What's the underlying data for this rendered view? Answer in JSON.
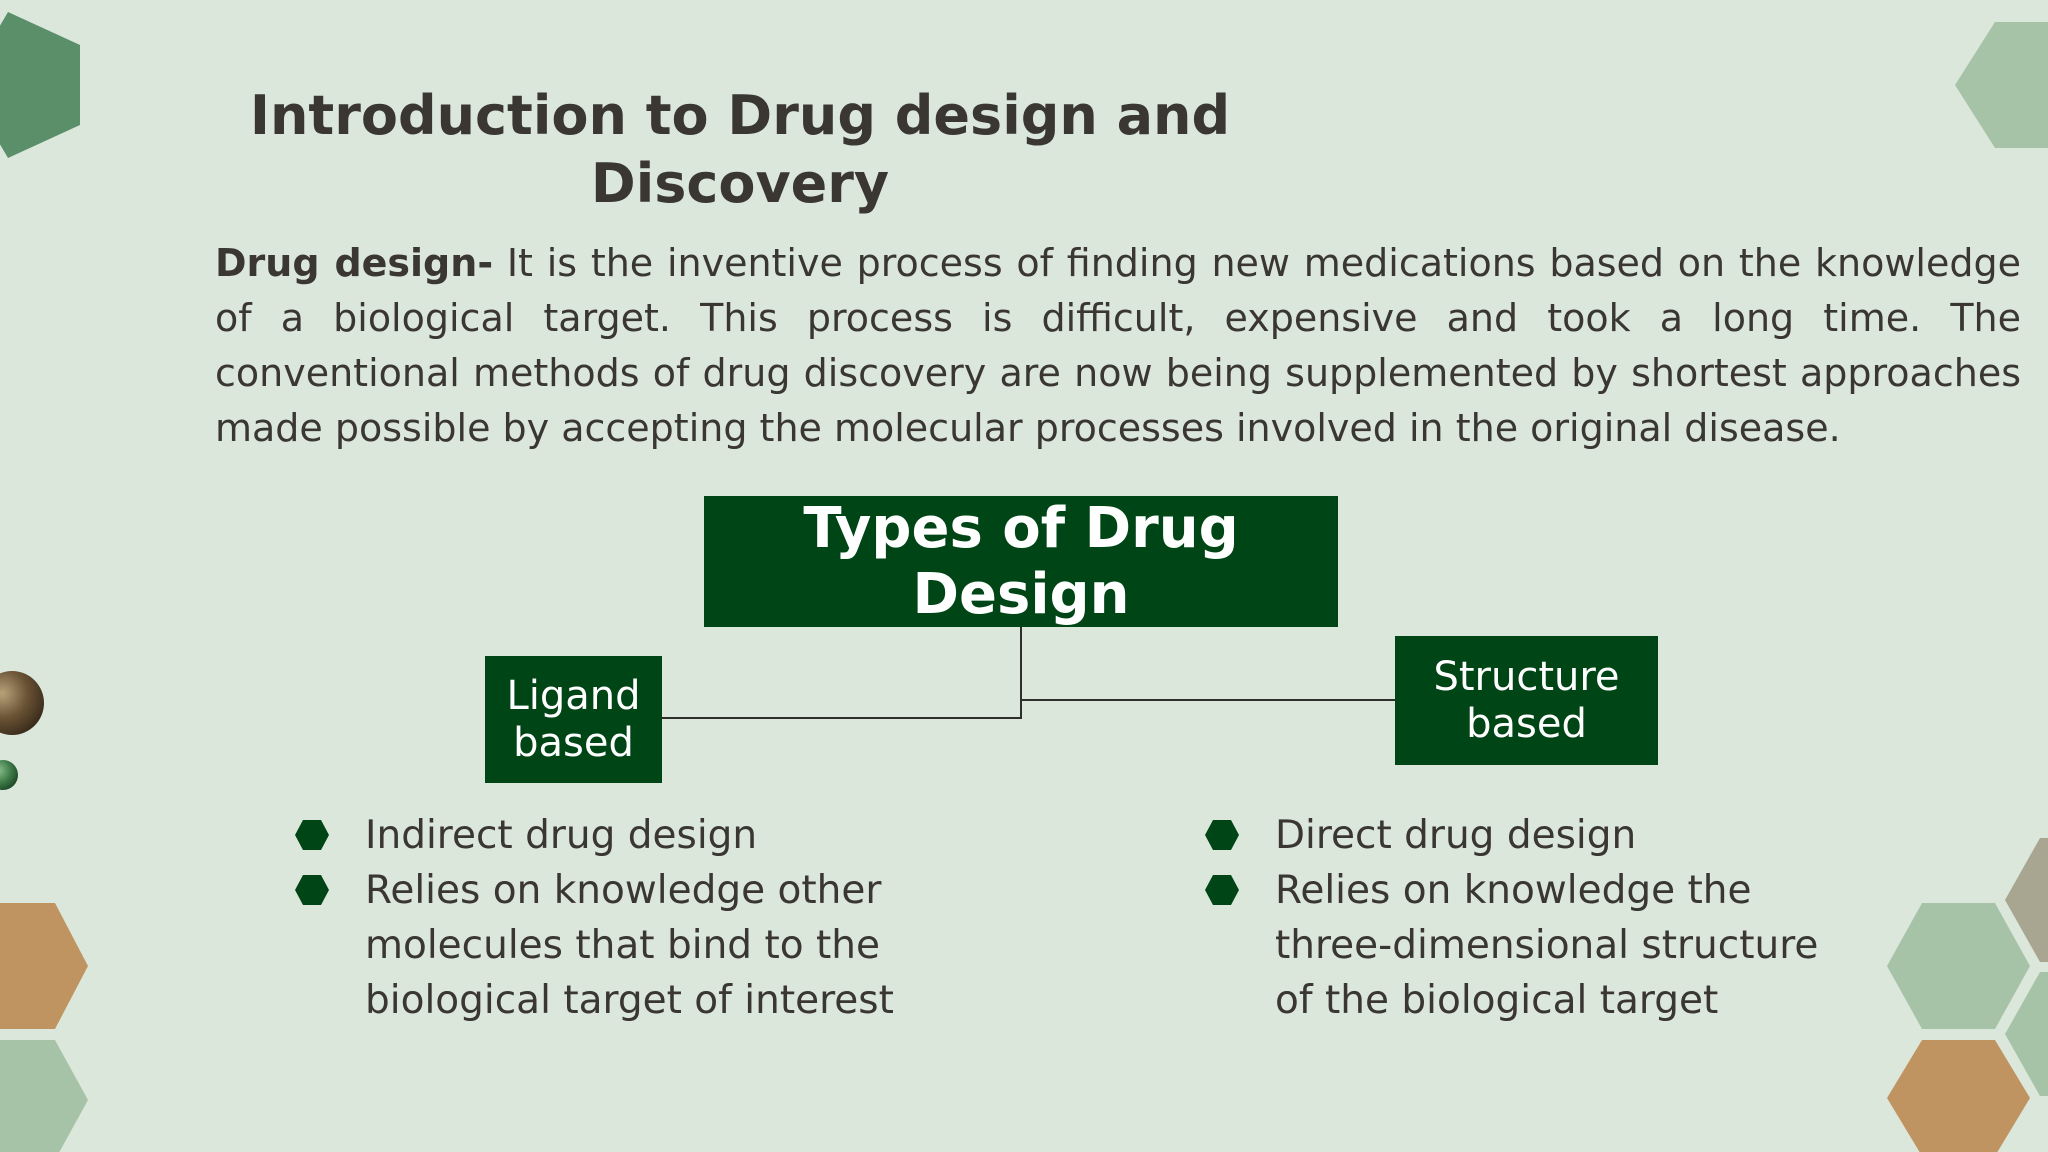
{
  "slide": {
    "title_line1": "Introduction to Drug design and",
    "title_line2": "Discovery",
    "intro": {
      "term": "Drug design-",
      "text": " It is the inventive process of finding new medications based on the knowledge of a biological target. This process is difficult, expensive and took a long time. The conventional methods of drug discovery are now being supplemented by shortest approaches made possible by accepting the molecular processes involved in the original disease."
    }
  },
  "diagram": {
    "main_line1": "Types of Drug",
    "main_line2": "Design",
    "left_line1": "Ligand",
    "left_line2": "based",
    "right_line1": "Structure",
    "right_line2": "based"
  },
  "left_bullets": {
    "item1": "Indirect drug design",
    "item2_line1": "Relies on knowledge other",
    "item2_line2": "molecules that bind to the",
    "item2_line3": "biological target of interest"
  },
  "right_bullets": {
    "item1": "Direct drug design",
    "item2_line1": "Relies on knowledge the",
    "item2_line2": "three-dimensional structure",
    "item2_line3": "of the biological target"
  },
  "icons": {
    "bullet": "hexagon-bullet-icon",
    "decorations": [
      "hexagon",
      "sphere"
    ]
  },
  "colors": {
    "background": "#dce7dc",
    "box_fill": "#004516",
    "text": "#3a3733",
    "hex_green_dark": "#5a8f6a",
    "hex_green_light": "#a6c3a8",
    "hex_tan": "#bf9460",
    "hex_gray": "#a8a690"
  }
}
